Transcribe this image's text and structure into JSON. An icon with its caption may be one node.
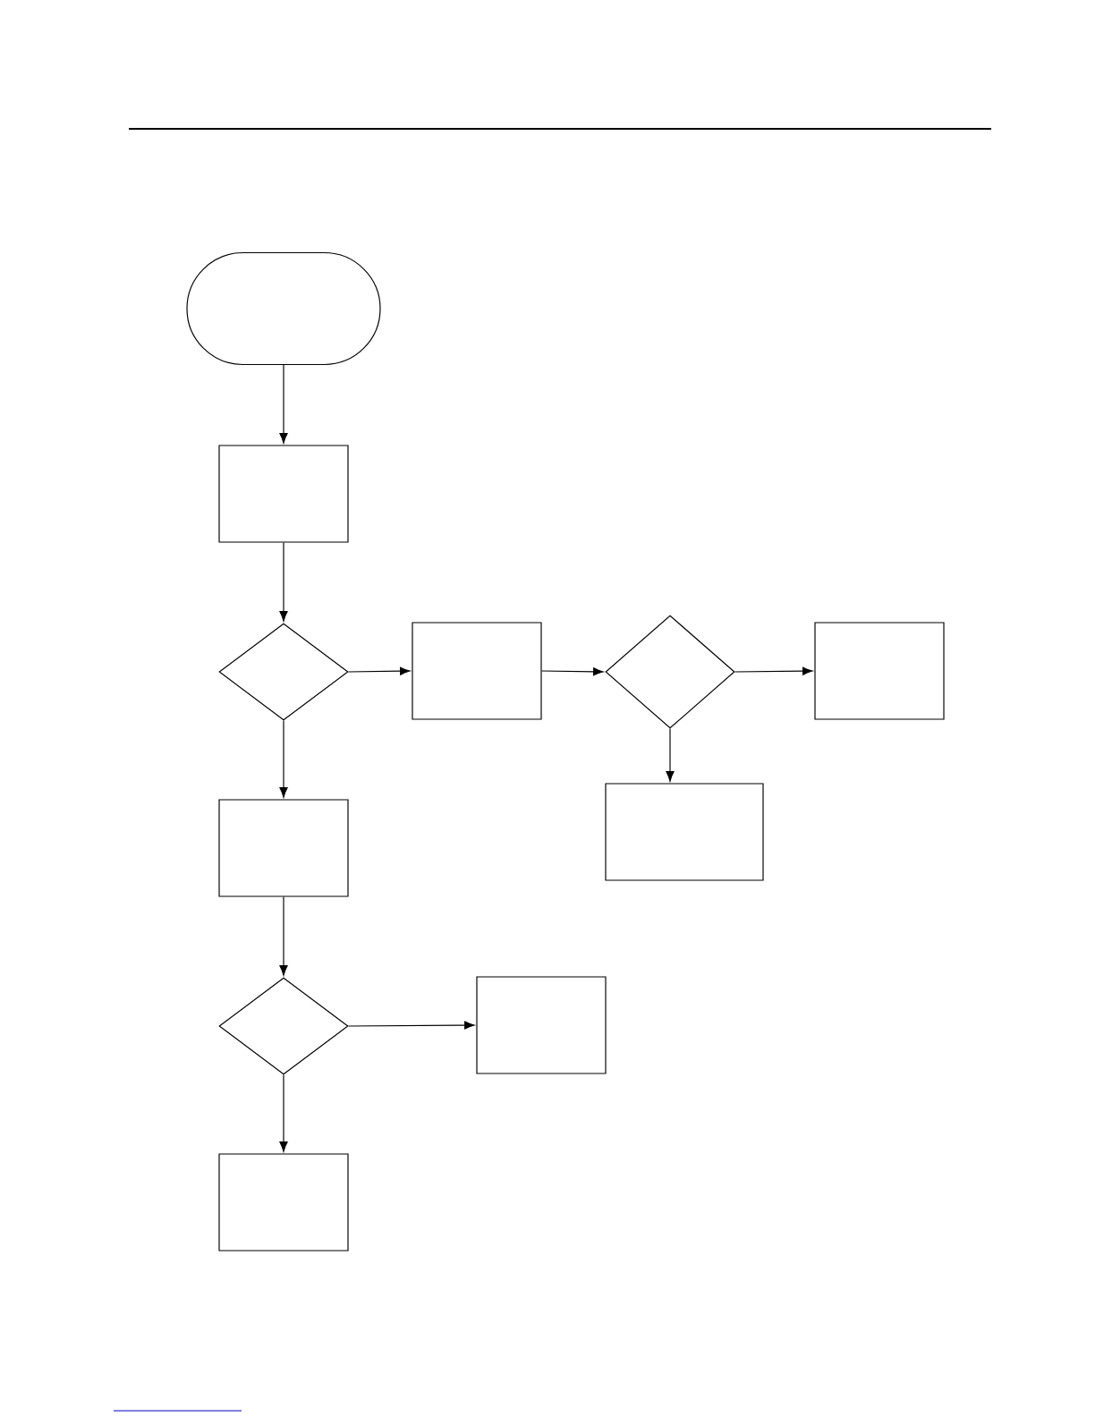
{
  "diagram": {
    "nodes": [
      {
        "text": [],
        "shape": "terminal"
      },
      {
        "text": [],
        "shape": "box"
      },
      {
        "text": [],
        "shape": "diamond"
      },
      {
        "text": [],
        "shape": "box"
      },
      {
        "text": [],
        "shape": "diamond"
      },
      {
        "text": [],
        "shape": "box"
      },
      {
        "text": [],
        "shape": "box"
      },
      {
        "text": [],
        "shape": "box"
      },
      {
        "text": [],
        "shape": "diamond"
      },
      {
        "text": [],
        "shape": "box"
      },
      {
        "text": [],
        "shape": "box"
      }
    ],
    "edges": [
      {
        "from": 0,
        "to": 1,
        "arrow": "to"
      },
      {
        "from": 1,
        "to": 2,
        "arrow": "to"
      },
      {
        "from": 2,
        "to": 3,
        "arrow": "to"
      },
      {
        "from": 3,
        "to": 4,
        "arrow": "to"
      },
      {
        "from": 4,
        "to": 5,
        "arrow": "to"
      },
      {
        "from": 4,
        "to": 6,
        "arrow": "to"
      },
      {
        "from": 2,
        "to": 7,
        "arrow": "to"
      },
      {
        "from": 7,
        "to": 8,
        "arrow": "to"
      },
      {
        "from": 8,
        "to": 9,
        "arrow": "to"
      },
      {
        "from": 8,
        "to": 10,
        "arrow": "to"
      }
    ]
  }
}
